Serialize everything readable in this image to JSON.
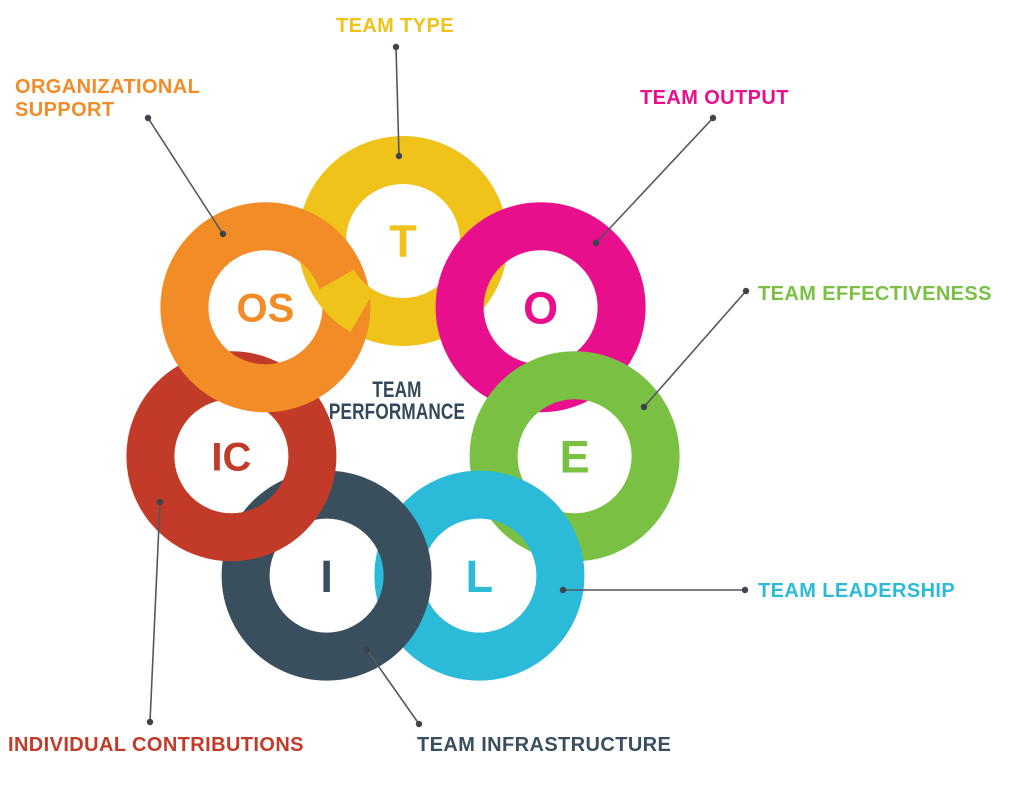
{
  "center": {
    "text": "TEAM\nPERFORMANCE",
    "color": "#33495B"
  },
  "connectors": {
    "line_color": "#54575C",
    "dot_color": "#3E434A"
  },
  "factors": [
    {
      "id": "team-type",
      "abbr": "T",
      "label": "TEAM TYPE",
      "color": "#EFC31A"
    },
    {
      "id": "team-output",
      "abbr": "O",
      "label": "TEAM OUTPUT",
      "color": "#E80F8C"
    },
    {
      "id": "team-effectiveness",
      "abbr": "E",
      "label": "TEAM EFFECTIVENESS",
      "color": "#7AC143"
    },
    {
      "id": "team-leadership",
      "abbr": "L",
      "label": "TEAM LEADERSHIP",
      "color": "#2CBAD9"
    },
    {
      "id": "team-infrastructure",
      "abbr": "I",
      "label": "TEAM INFRASTRUCTURE",
      "color": "#3A4F5E"
    },
    {
      "id": "individual-contributions",
      "abbr": "IC",
      "label": "INDIVIDUAL CONTRIBUTIONS",
      "color": "#C23B28"
    },
    {
      "id": "organizational-support",
      "abbr": "OS",
      "label": "ORGANIZATIONAL\nSUPPORT",
      "color": "#F28C27"
    }
  ]
}
